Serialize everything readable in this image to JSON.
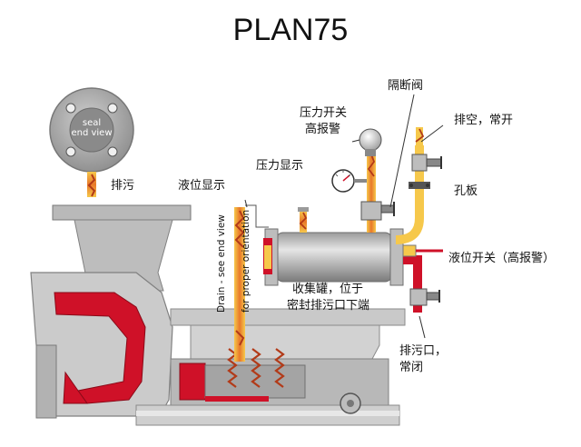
{
  "title": "PLAN75",
  "seal_view": {
    "line1": "seal",
    "line2": "end view"
  },
  "labels": {
    "drain_top": "排污",
    "level_display": "液位显示",
    "pressure_switch_line1": "压力开关",
    "pressure_switch_line2": "高报警",
    "isolation_valve": "隔断阀",
    "vent_normally_open": "排空，常开",
    "pressure_display": "压力显示",
    "orifice_plate": "孔板",
    "level_switch": "液位开关（高报警）",
    "collection_tank_line1": "收集罐，位于",
    "collection_tank_line2": "密封排污口下端",
    "drain_outlet_line1": "排污口，",
    "drain_outlet_line2": "常闭"
  },
  "vertical_note": {
    "line1": "Drain - see end view",
    "line2": "for proper orientation"
  },
  "colors": {
    "metal_light": "#c8c8c8",
    "metal_mid": "#a9a9a9",
    "metal_dark": "#6e6e6e",
    "seal_red": "#d0102a",
    "pipe_yellow": "#f6c84b",
    "flow_orange": "#e8782a",
    "flow_dark": "#b23a18"
  }
}
